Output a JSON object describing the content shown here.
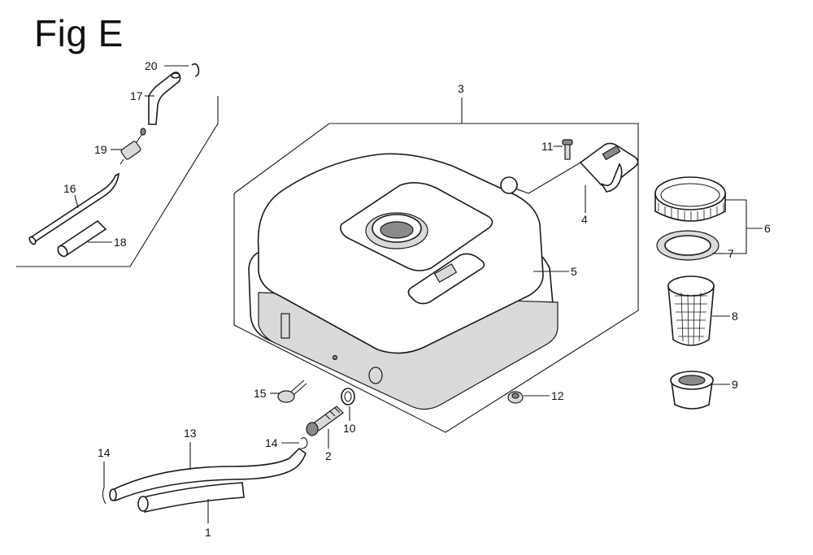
{
  "figure": {
    "title": "Fig E"
  },
  "callouts": {
    "c1": "1",
    "c2": "2",
    "c3": "3",
    "c4": "4",
    "c5": "5",
    "c6": "6",
    "c7": "7",
    "c8": "8",
    "c9": "9",
    "c10": "10",
    "c11": "11",
    "c12": "12",
    "c13": "13",
    "c14": "14",
    "c15": "15",
    "c16": "16",
    "c17": "17",
    "c18": "18",
    "c19": "19",
    "c20": "20"
  }
}
